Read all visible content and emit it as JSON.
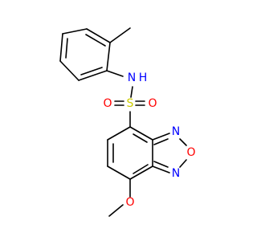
{
  "colors": {
    "bond": "#000000",
    "carbon": "#000000",
    "oxygen": "#ff0000",
    "nitrogen": "#0000ff",
    "sulfur": "#cccc00"
  },
  "atoms": {
    "sulfonamide_n": "N",
    "sulfonamide_h": "H",
    "sulfur": "S",
    "sulfonyl_o_left": "O",
    "sulfonyl_o_right": "O",
    "ring_n_top": "N",
    "ring_o": "O",
    "ring_n_bottom": "N",
    "methoxy_o": "O"
  }
}
